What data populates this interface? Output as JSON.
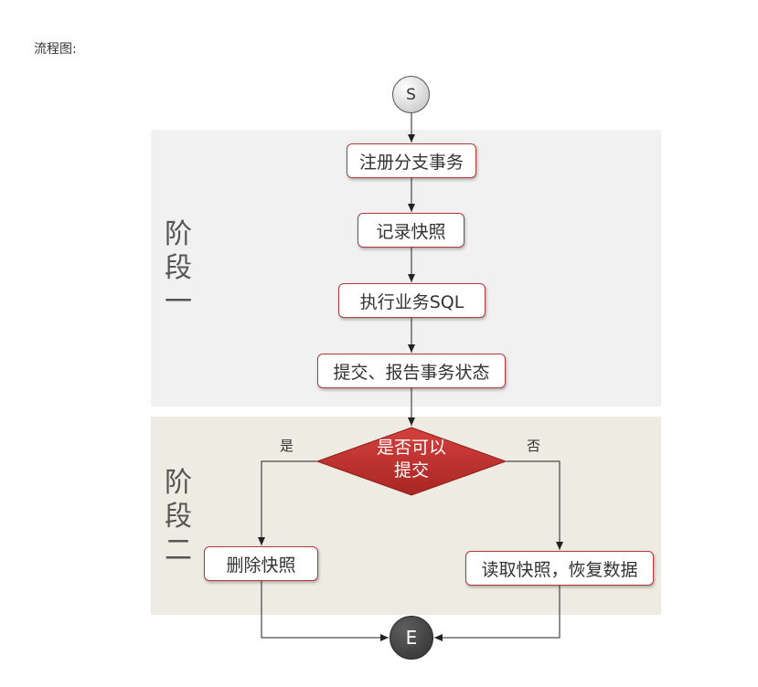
{
  "caption": "流程图:",
  "phases": [
    {
      "label": "阶\n段\n一"
    },
    {
      "label": "阶\n段\n二"
    }
  ],
  "nodes": {
    "start": "S",
    "register": "注册分支事务",
    "snapshot": "记录快照",
    "exec": "执行业务SQL",
    "commit": "提交、报告事务状态",
    "decision": "是否可以\n提交",
    "delete": "删除快照",
    "restore": "读取快照，恢复数据",
    "end": "E"
  },
  "branches": {
    "yes": "是",
    "no": "否"
  },
  "colors": {
    "phase1_bg": "#f1f1f1",
    "phase2_bg": "#eeebe2",
    "node_border": "#b23a3a",
    "decision_fill": "#c0302d",
    "end_fill": "#444444"
  }
}
